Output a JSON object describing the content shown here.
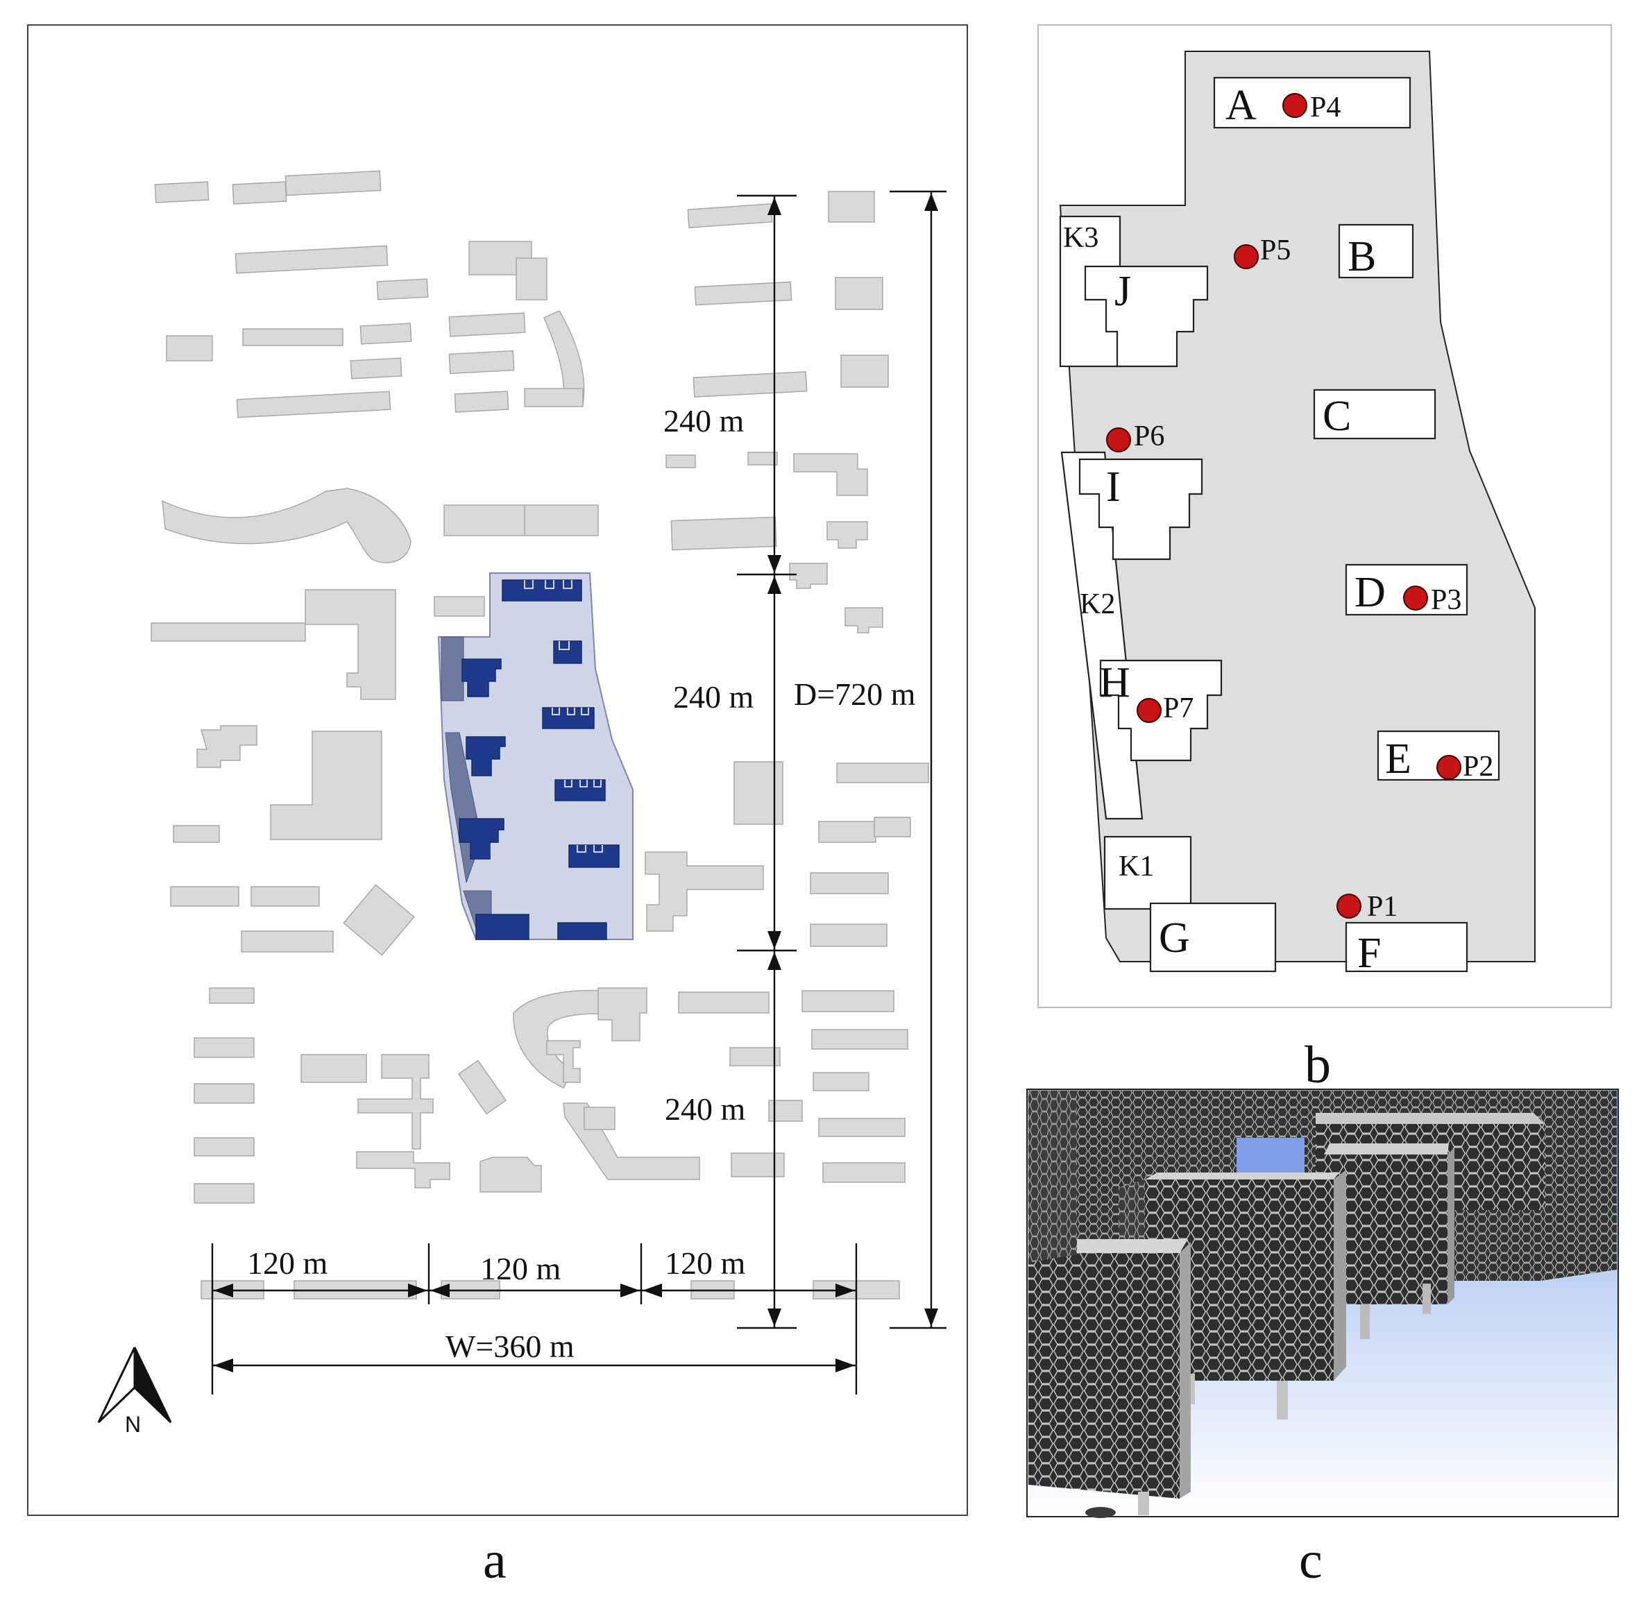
{
  "panel_a": {
    "label": "a",
    "dims": {
      "h_segment_1": "240 m",
      "h_segment_2": "240 m",
      "h_segment_3": "240 m",
      "total_depth": "D=720 m",
      "w_segment_1": "120 m",
      "w_segment_2": "120 m",
      "w_segment_3": "120 m",
      "total_width": "W=360 m"
    },
    "north_label": "N"
  },
  "panel_b": {
    "label": "b",
    "buildings": {
      "A": "A",
      "B": "B",
      "C": "C",
      "D": "D",
      "E": "E",
      "F": "F",
      "G": "G",
      "H": "H",
      "I": "I",
      "J": "J"
    },
    "zones": {
      "K1": "K1",
      "K2": "K2",
      "K3": "K3"
    },
    "points": {
      "P1": "P1",
      "P2": "P2",
      "P3": "P3",
      "P4": "P4",
      "P5": "P5",
      "P6": "P6",
      "P7": "P7"
    },
    "point_color": "#c81414"
  },
  "panel_c": {
    "label": "c"
  },
  "colors": {
    "site_highlight": "#cfd4e6",
    "towers": "#1f3a8c",
    "context_buildings": "#d9d9d9",
    "mesh_dark": "#3a3a3a",
    "sky_blue": "#7f9fe6"
  }
}
